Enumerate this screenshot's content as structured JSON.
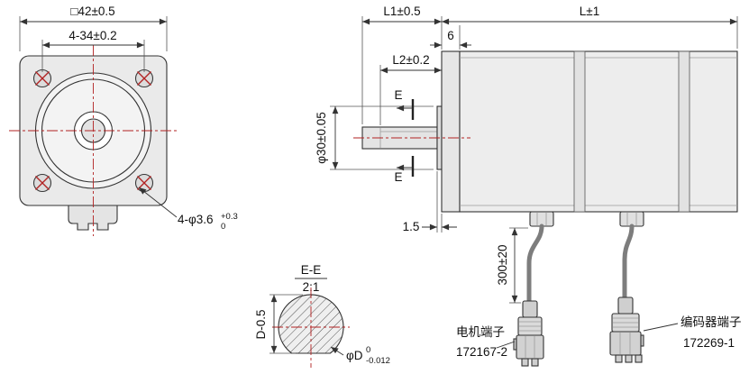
{
  "front_view": {
    "dim_flange_square": "□42±0.5",
    "dim_hole_spacing": "4-34±0.2",
    "hole_callout": "4-φ3.6",
    "hole_callout_tol_upper": "+0.3",
    "hole_callout_tol_lower": "0"
  },
  "section_view": {
    "title": "E-E",
    "scale": "2:1",
    "dim_flat_height": "D-0.5",
    "dim_diameter": "φD",
    "dim_diameter_tol_upper": "0",
    "dim_diameter_tol_lower": "-0.012"
  },
  "side_view": {
    "dim_shaft_length": "L1±0.5",
    "dim_body_length": "L±1",
    "dim_flange_thickness": "6",
    "dim_flat_length": "L2±0.2",
    "dim_pilot_diameter": "φ30±0.05",
    "section_mark": "E",
    "dim_step": "1.5",
    "dim_cable_length": "300±20"
  },
  "connectors": {
    "motor_terminal_label": "电机端子",
    "motor_terminal_part": "172167-2",
    "encoder_terminal_label": "编码器端子",
    "encoder_terminal_part": "172269-1"
  },
  "colors": {
    "outline": "#333333",
    "centerline": "#b22222",
    "body_fill": "#ececec"
  }
}
